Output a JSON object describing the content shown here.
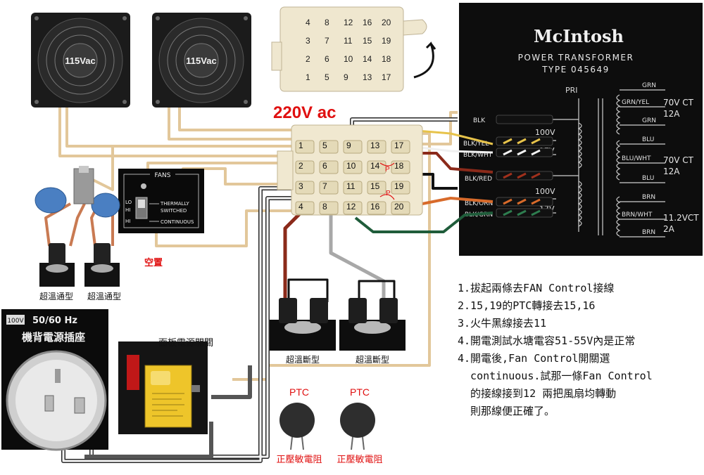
{
  "fans": [
    {
      "label": "115Vac"
    },
    {
      "label": "115Vac"
    }
  ],
  "voltage_title": "220V ac",
  "fans_switch": {
    "title": "FANS",
    "lo": "LO",
    "hi1": "HI",
    "hi2": "HI",
    "thermally": "THERMALLY",
    "switched": "SWITCHED",
    "continuous": "CONTINUOUS",
    "spare": "空置"
  },
  "connector_top": {
    "numbers": [
      "4",
      "8",
      "12",
      "16",
      "20",
      "3",
      "7",
      "11",
      "15",
      "19",
      "2",
      "6",
      "10",
      "14",
      "18",
      "1",
      "5",
      "9",
      "13",
      "17"
    ]
  },
  "terminal_block": {
    "numbers": [
      "1",
      "5",
      "9",
      "13",
      "17",
      "2",
      "6",
      "10",
      "14",
      "18",
      "3",
      "7",
      "11",
      "15",
      "19",
      "4",
      "8",
      "12",
      "16",
      "20"
    ],
    "p_marks": [
      "P",
      "P"
    ]
  },
  "transformer": {
    "brand": "McIntosh",
    "line1": "POWER TRANSFORMER",
    "line2": "TYPE 045649",
    "pri": "PRI",
    "left_wires": [
      "BLK",
      "BLK/YEL",
      "BLK/WHT",
      "BLK/RED",
      "BLK/ORN",
      "BLK/GRN"
    ],
    "taps": [
      "100V",
      "17V",
      "100V",
      "17V"
    ],
    "right_wires": [
      "GRN",
      "GRN/YEL",
      "GRN",
      "BLU",
      "BLU/WHT",
      "BLU",
      "BRN",
      "BRN/WHT",
      "BRN"
    ],
    "ratings": [
      "70V CT",
      "12A",
      "70V CT",
      "12A",
      "11.2VCT",
      "2A"
    ]
  },
  "thermal_switches": {
    "closed_label_1": "超溫通型",
    "closed_label_2": "超溫通型",
    "open_label_1": "超溫斷型",
    "open_label_2": "超溫斷型"
  },
  "socket": {
    "badge": "100V",
    "freq": "50/60 Hz",
    "title": "機背電源插座"
  },
  "panel_switch_label": "面板電源開關",
  "ptc": [
    {
      "top": "PTC",
      "bottom": "正壓敏電阻"
    },
    {
      "top": "PTC",
      "bottom": "正壓敏電阻"
    }
  ],
  "notes": [
    "1.拔起兩條去FAN Control接線",
    "2.15,19的PTC轉接去15,16",
    "3.火牛黑線接去11",
    "4.開電測試水塘電容51-55V內是正常",
    "4.開電後,Fan Control開關選",
    "  continuous.試那一條Fan Control",
    "  的接線接到12 兩把風扇均轉動",
    "  則那線便正確了。"
  ],
  "colors": {
    "accent_red": "#e01010",
    "wire_tan": "#e2c79a",
    "wire_brown": "#8b2a1a",
    "wire_green": "#1f5c3a",
    "wire_orange": "#d86a2a",
    "transformer_bg": "#0f0f0f"
  }
}
